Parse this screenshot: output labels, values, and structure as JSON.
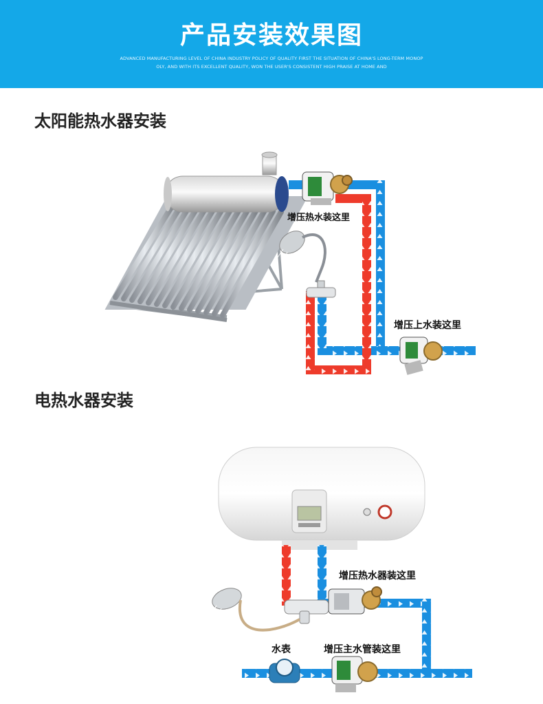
{
  "banner": {
    "title": "产品安装效果图",
    "subtitle_line1": "ADVANCED MANUFACTURING LEVEL OF CHINA INDUSTRY POLICY OF QUALITY FIRST THE SITUATION OF CHINA'S LONG-TERM MONOP",
    "subtitle_line2": "OLY, AND WITH ITS EXCELLENT QUALITY, WON THE USER'S CONSISTENT HIGH PRAISE AT HOME AND"
  },
  "solar": {
    "title": "太阳能热水器安装",
    "label_hot": "增压热水装这里",
    "label_inlet": "增压上水装这里"
  },
  "electric": {
    "title": "电热水器安装",
    "label_heater": "增压热水器装这里",
    "label_meter": "水表",
    "label_main": "增压主水管装这里"
  },
  "colors": {
    "banner": "#14a8e8",
    "hot_pipe": "#ee3b2b",
    "cold_pipe": "#1a8fe0"
  }
}
